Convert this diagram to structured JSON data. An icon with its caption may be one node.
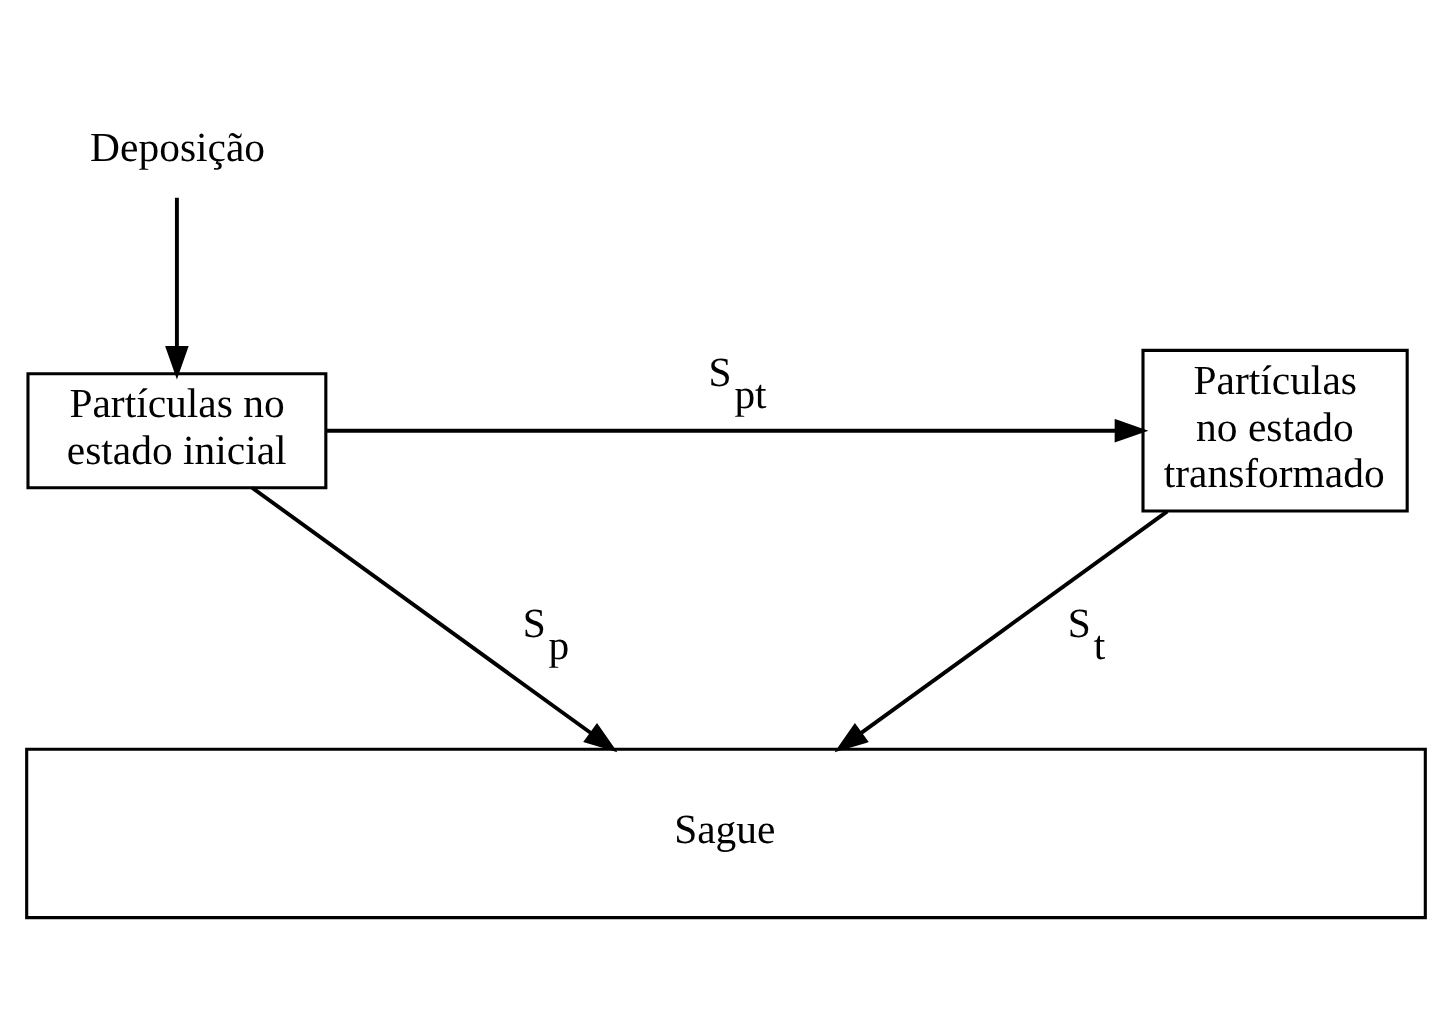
{
  "diagram": {
    "nodes": [
      {
        "text": [
          "Deposição"
        ]
      },
      {
        "text": [
          "Partículas no estado inicial"
        ]
      },
      {
        "text": [
          "Partículas no estado transformado"
        ]
      },
      {
        "text": [
          "Sague"
        ]
      }
    ],
    "edges": [
      {
        "from": 0,
        "to": 1,
        "arrow": "to"
      },
      {
        "from": 1,
        "to": 2,
        "arrow": "to",
        "label": "S$_{pt}$"
      },
      {
        "from": 1,
        "to": 3,
        "arrow": "to",
        "label": "S$_{p}$"
      },
      {
        "from": 2,
        "to": 3,
        "arrow": "to",
        "label": "S$_{t}$"
      }
    ]
  }
}
